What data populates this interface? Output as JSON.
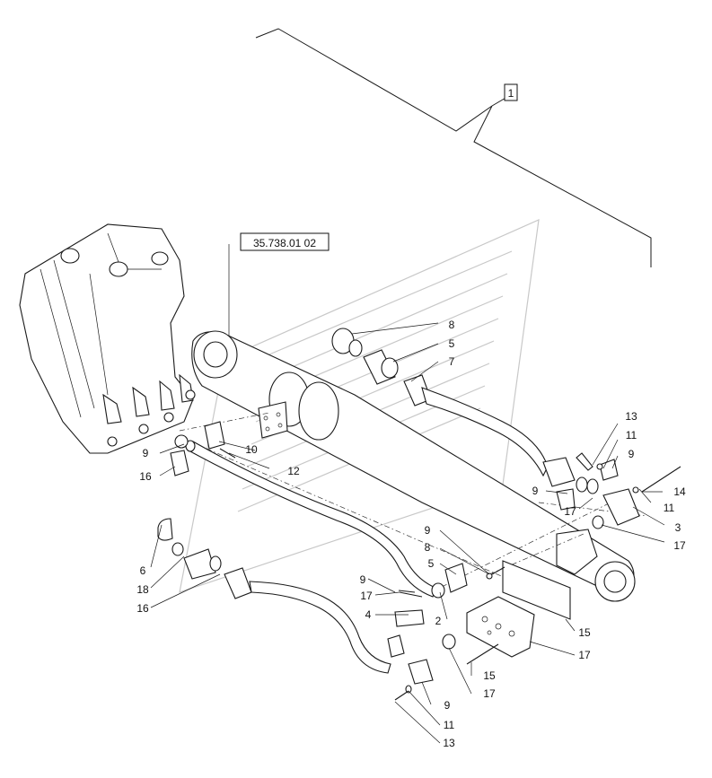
{
  "kit_label": "1",
  "reference_label": "35.738.01 02",
  "callouts": [
    {
      "id": "c8a",
      "text": "8"
    },
    {
      "id": "c5a",
      "text": "5"
    },
    {
      "id": "c7",
      "text": "7"
    },
    {
      "id": "c13a",
      "text": "13"
    },
    {
      "id": "c11a",
      "text": "11"
    },
    {
      "id": "c9a",
      "text": "9"
    },
    {
      "id": "c14",
      "text": "14"
    },
    {
      "id": "c11b",
      "text": "11"
    },
    {
      "id": "c9b",
      "text": "9"
    },
    {
      "id": "c3",
      "text": "3"
    },
    {
      "id": "c17a",
      "text": "17"
    },
    {
      "id": "c17b",
      "text": "17"
    },
    {
      "id": "c9c",
      "text": "9"
    },
    {
      "id": "c16a",
      "text": "16"
    },
    {
      "id": "c10",
      "text": "10"
    },
    {
      "id": "c12",
      "text": "12"
    },
    {
      "id": "c9d",
      "text": "9"
    },
    {
      "id": "c8b",
      "text": "8"
    },
    {
      "id": "c5b",
      "text": "5"
    },
    {
      "id": "c6",
      "text": "6"
    },
    {
      "id": "c18",
      "text": "18"
    },
    {
      "id": "c16b",
      "text": "16"
    },
    {
      "id": "c9e",
      "text": "9"
    },
    {
      "id": "c17c",
      "text": "17"
    },
    {
      "id": "c4",
      "text": "4"
    },
    {
      "id": "c2",
      "text": "2"
    },
    {
      "id": "c15",
      "text": "15"
    },
    {
      "id": "c17d",
      "text": "17"
    },
    {
      "id": "c9f",
      "text": "9"
    },
    {
      "id": "c11c",
      "text": "11"
    },
    {
      "id": "c13b",
      "text": "13"
    }
  ]
}
